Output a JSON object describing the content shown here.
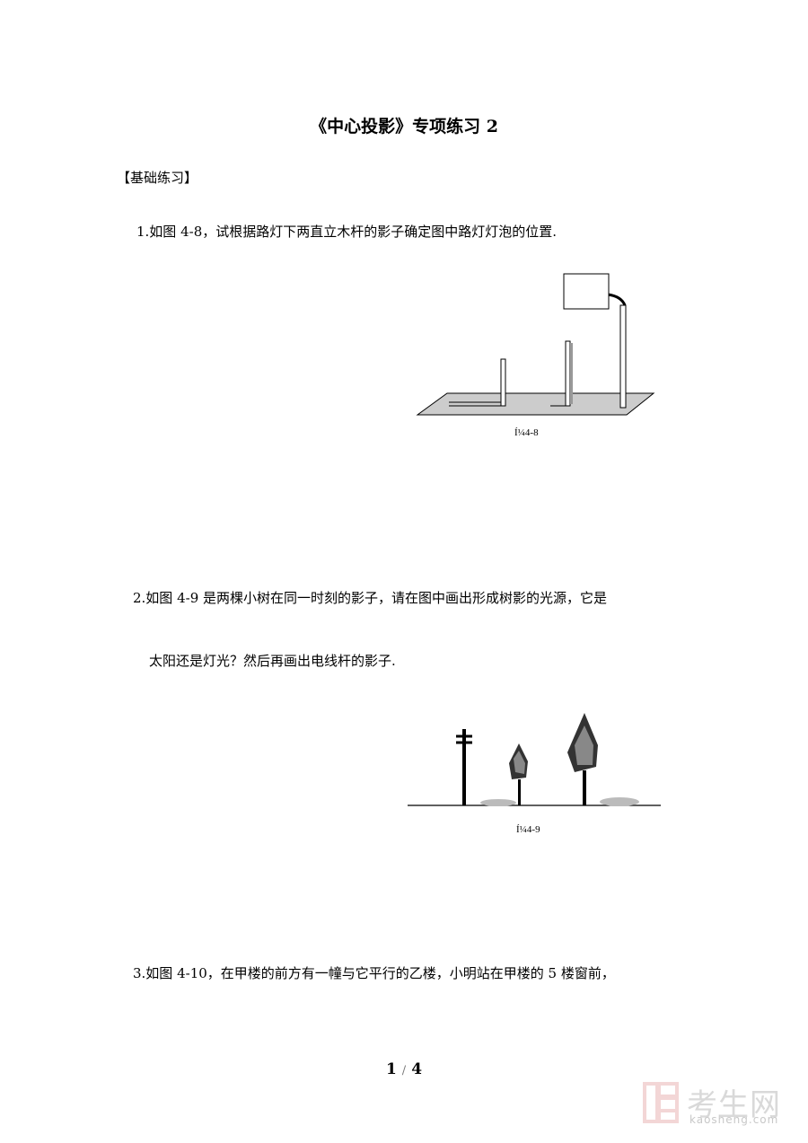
{
  "title": "《中心投影》专项练习 2",
  "section": "【基础练习】",
  "questions": [
    {
      "line1": "1.如图 4-8，试根据路灯下两直立木杆的影子确定图中路灯灯泡的位置."
    },
    {
      "line1": "2.如图 4-9 是两棵小树在同一时刻的影子，请在图中画出形成树影的光源，它是",
      "line2": "太阳还是灯光？然后再画出电线杆的影子."
    },
    {
      "line1": "3.如图 4-10，在甲楼的前方有一幢与它平行的乙楼，小明站在甲楼的 5 楼窗前，"
    }
  ],
  "figures": {
    "fig1_caption": "Í¼4-8",
    "fig2_caption": "Í¼4-9"
  },
  "footer": {
    "current": "1",
    "separator": "/",
    "total": "4"
  },
  "watermark": {
    "brand": "考生网",
    "url": "kaosheng.com"
  }
}
